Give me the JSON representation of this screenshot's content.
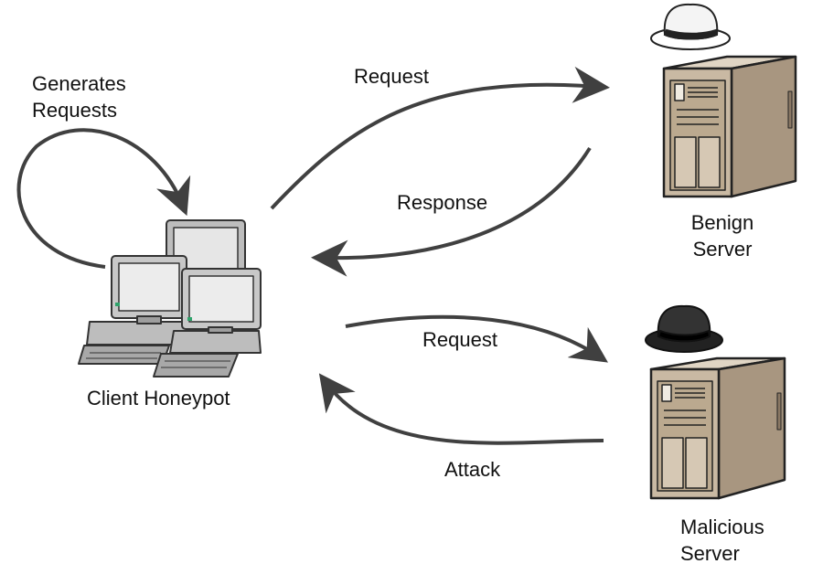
{
  "nodes": {
    "client": {
      "label": "Client Honeypot"
    },
    "benign": {
      "label_line1": "Benign",
      "label_line2": "Server",
      "hat": "white-hat-icon"
    },
    "malicious": {
      "label_line1": "Malicious",
      "label_line2": "Server",
      "hat": "black-hat-icon"
    }
  },
  "edges": {
    "self_loop": {
      "label_line1": "Generates",
      "label_line2": "Requests"
    },
    "request_benign": {
      "label": "Request"
    },
    "response_benign": {
      "label": "Response"
    },
    "request_malicious": {
      "label": "Request"
    },
    "attack_malicious": {
      "label": "Attack"
    }
  },
  "colors": {
    "arrow": "#404040",
    "server_body": "#c9b9a3",
    "monitor": "#c8c8c8"
  }
}
